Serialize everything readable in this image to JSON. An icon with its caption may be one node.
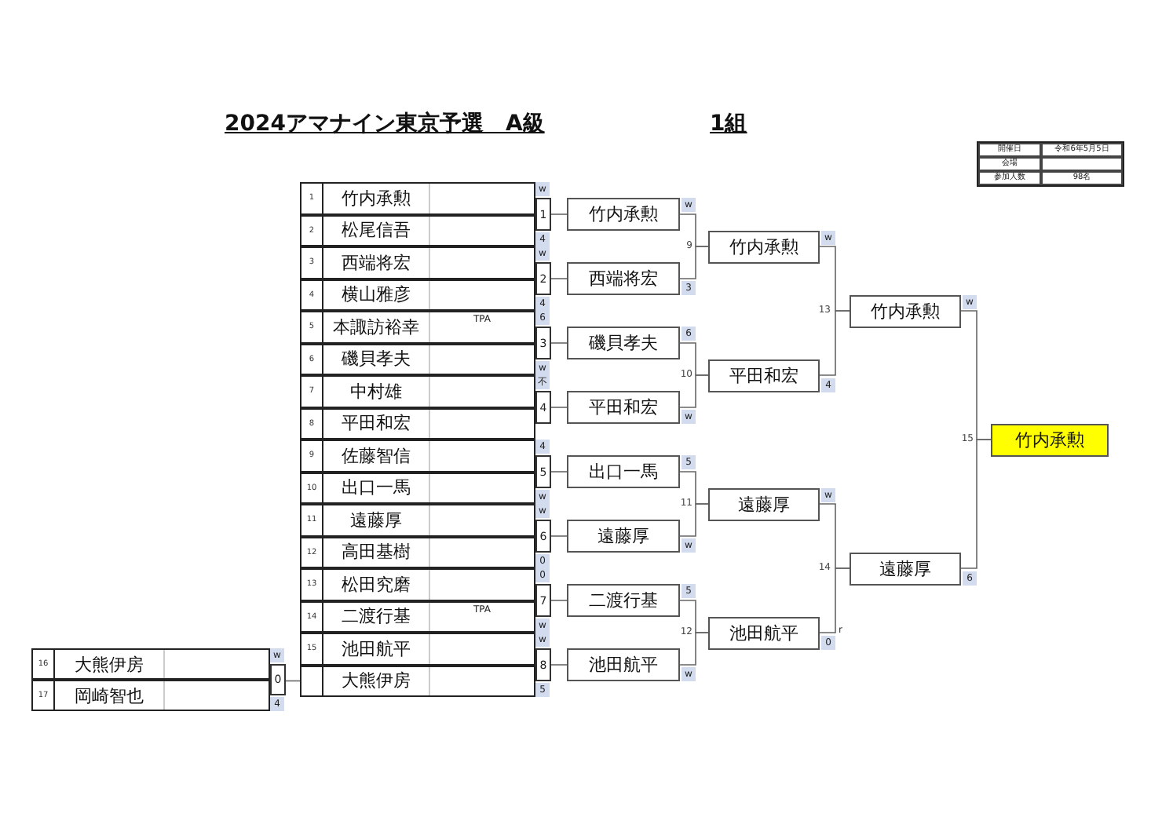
{
  "diagram": {
    "title": "2024アマナイン東京予選　A級",
    "nodes": [
      {
        "text": [
          "1",
          "竹内承勲"
        ],
        "beside": [
          "w"
        ]
      },
      {
        "text": [
          "2",
          "松尾信吾"
        ],
        "beside": [
          "4"
        ]
      },
      {
        "text": [
          "3",
          "西端将宏"
        ],
        "beside": [
          "w"
        ]
      },
      {
        "text": [
          "4",
          "横山雅彦"
        ],
        "beside": [
          "4"
        ]
      },
      {
        "text": [
          "5",
          "本諏訪裕幸",
          "TPA"
        ],
        "beside": [
          "6"
        ]
      },
      {
        "text": [
          "6",
          "磯貝孝夫"
        ],
        "beside": [
          "w"
        ]
      },
      {
        "text": [
          "7",
          "中村雄"
        ],
        "beside": [
          "不"
        ]
      },
      {
        "text": [
          "8",
          "平田和宏"
        ]
      },
      {
        "text": [
          "9",
          "佐藤智信"
        ],
        "beside": [
          "4"
        ]
      },
      {
        "text": [
          "10",
          "出口一馬"
        ],
        "beside": [
          "w"
        ]
      },
      {
        "text": [
          "11",
          "遠藤厚"
        ],
        "beside": [
          "w"
        ]
      },
      {
        "text": [
          "12",
          "高田基樹"
        ],
        "beside": [
          "0"
        ]
      },
      {
        "text": [
          "13",
          "松田究磨"
        ],
        "beside": [
          "0"
        ]
      },
      {
        "text": [
          "14",
          "二渡行基",
          "TPA"
        ],
        "beside": [
          "w"
        ]
      },
      {
        "text": [
          "15",
          "池田航平"
        ],
        "beside": [
          "w"
        ]
      },
      {
        "text": [
          "大熊伊房"
        ],
        "beside": [
          "5"
        ]
      },
      {
        "text": [
          "16",
          "大熊伊房"
        ],
        "beside": [
          "w"
        ]
      },
      {
        "text": [
          "17",
          "岡崎智也"
        ],
        "beside": [
          "4"
        ]
      },
      {
        "text": [
          "1"
        ]
      },
      {
        "text": [
          "2"
        ]
      },
      {
        "text": [
          "3"
        ]
      },
      {
        "text": [
          "4"
        ]
      },
      {
        "text": [
          "5"
        ]
      },
      {
        "text": [
          "6"
        ]
      },
      {
        "text": [
          "7"
        ]
      },
      {
        "text": [
          "8"
        ]
      },
      {
        "text": [
          "0"
        ]
      },
      {
        "text": [
          "竹内承勲"
        ],
        "beside": [
          "w"
        ]
      },
      {
        "text": [
          "西端将宏"
        ],
        "beside": [
          "3"
        ]
      },
      {
        "text": [
          "磯貝孝夫"
        ],
        "beside": [
          "6"
        ]
      },
      {
        "text": [
          "平田和宏"
        ],
        "beside": [
          "w"
        ]
      },
      {
        "text": [
          "出口一馬"
        ],
        "beside": [
          "5"
        ]
      },
      {
        "text": [
          "遠藤厚"
        ],
        "beside": [
          "w"
        ]
      },
      {
        "text": [
          "二渡行基"
        ],
        "beside": [
          "5"
        ]
      },
      {
        "text": [
          "池田航平"
        ],
        "beside": [
          "w"
        ]
      },
      {
        "text": [
          "竹内承勲"
        ],
        "beside": [
          "w"
        ]
      },
      {
        "text": [
          "平田和宏"
        ],
        "beside": [
          "4"
        ]
      },
      {
        "text": [
          "遠藤厚"
        ],
        "beside": [
          "w"
        ]
      },
      {
        "text": [
          "池田航平"
        ],
        "beside": [
          "0",
          "r"
        ]
      },
      {
        "text": [
          "竹内承勲"
        ],
        "beside": [
          "w"
        ]
      },
      {
        "text": [
          "遠藤厚"
        ],
        "beside": [
          "6"
        ]
      },
      {
        "text": [
          "竹内承勲"
        ]
      }
    ],
    "edges": [
      {
        "from": 18,
        "to": 27,
        "arrow": "none"
      },
      {
        "from": 19,
        "to": 28,
        "arrow": "none"
      },
      {
        "from": 20,
        "to": 29,
        "arrow": "none"
      },
      {
        "from": 21,
        "to": 30,
        "arrow": "none"
      },
      {
        "from": 22,
        "to": 31,
        "arrow": "none"
      },
      {
        "from": 23,
        "to": 32,
        "arrow": "none"
      },
      {
        "from": 24,
        "to": 33,
        "arrow": "none"
      },
      {
        "from": 25,
        "to": 34,
        "arrow": "none"
      },
      {
        "from": 26,
        "to": 15,
        "arrow": "none"
      },
      {
        "from": 27,
        "to": 35,
        "arrow": "none"
      },
      {
        "from": 28,
        "to": 35,
        "arrow": "none"
      },
      {
        "from": 29,
        "to": 36,
        "arrow": "none"
      },
      {
        "from": 30,
        "to": 36,
        "arrow": "none"
      },
      {
        "from": 31,
        "to": 37,
        "arrow": "none"
      },
      {
        "from": 32,
        "to": 37,
        "arrow": "none"
      },
      {
        "from": 33,
        "to": 38,
        "arrow": "none"
      },
      {
        "from": 34,
        "to": 38,
        "arrow": "none"
      },
      {
        "from": 35,
        "to": 39,
        "arrow": "none"
      },
      {
        "from": 36,
        "to": 39,
        "arrow": "none"
      },
      {
        "from": 37,
        "to": 40,
        "arrow": "none"
      },
      {
        "from": 38,
        "to": 40,
        "arrow": "none"
      },
      {
        "from": 39,
        "to": 41,
        "arrow": "none"
      },
      {
        "from": 40,
        "to": 41,
        "arrow": "none"
      }
    ],
    "labels": [
      "1組",
      "開催日",
      "令和6年5月5日",
      "会場",
      "参加人数",
      "98名",
      "9",
      "10",
      "11",
      "12",
      "13",
      "14",
      "15"
    ]
  }
}
